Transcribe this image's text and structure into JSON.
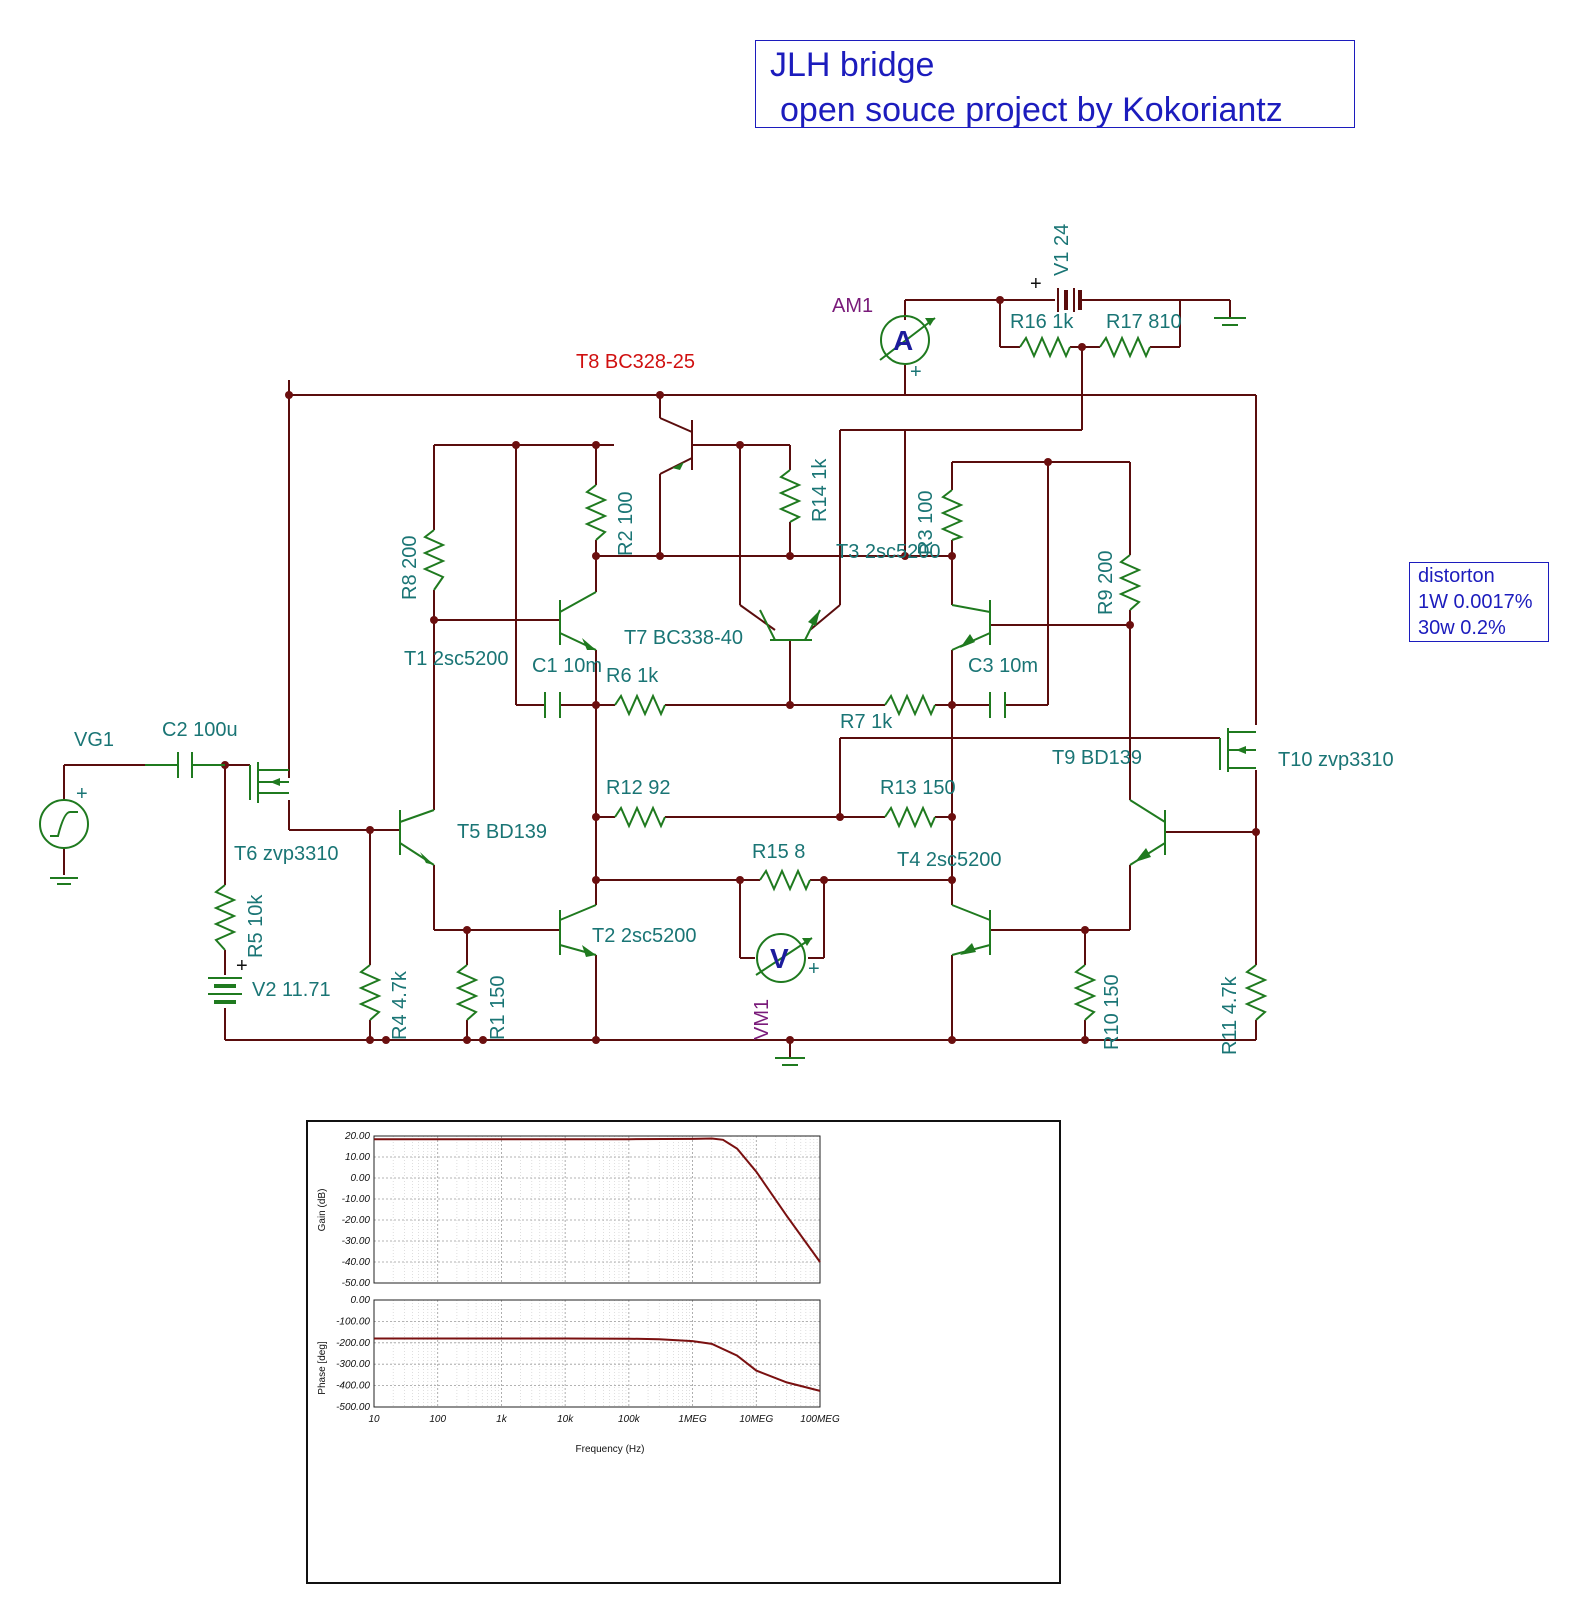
{
  "title": {
    "line1": "JLH bridge",
    "line2": "open souce project by Kokoriantz"
  },
  "note": {
    "line1": "distorton",
    "line2": "1W 0.0017%",
    "line3": "30w 0.2%"
  },
  "labels": {
    "vg1": "VG1",
    "c2": "C2 100u",
    "t6": "T6 zvp3310",
    "r5": "R5 10k",
    "v2": "V2 11.71",
    "r4": "R4 4.7k",
    "r1": "R1 150",
    "t5": "T5 BD139",
    "t1": "T1 2sc5200",
    "r8": "R8 200",
    "c1": "C1 10m",
    "r6": "R6 1k",
    "r2": "R2 100",
    "t8": "T8 BC328-25",
    "r14": "R14 1k",
    "t7": "T7 BC338-40",
    "am1": "AM1",
    "v1": "V1 24",
    "r16": "R16 1k",
    "r17": "R17 810",
    "r3": "R3 100",
    "t3": "T3 2sc5200",
    "r9": "R9 200",
    "c3": "C3 10m",
    "r7": "R7 1k",
    "t9": "T9 BD139",
    "t10": "T10 zvp3310",
    "r12": "R12 92",
    "r13": "R13 150",
    "r15": "R15 8",
    "t4": "T4 2sc5200",
    "t2": "T2 2sc5200",
    "vm1": "VM1",
    "r10": "R10 150",
    "r11": "R11 4.7k",
    "meter_a": "A",
    "meter_v": "V",
    "plus": "+"
  },
  "chart_data": [
    {
      "type": "line",
      "ylabel": "Gain (dB)",
      "xlabel": "Frequency (Hz)",
      "x_scale": "log",
      "xlim": [
        10,
        100000000
      ],
      "ylim": [
        -50,
        20
      ],
      "y_ticks": [
        "20.00",
        "10.00",
        "0.00",
        "-10.00",
        "-20.00",
        "-30.00",
        "-40.00",
        "-50.00"
      ],
      "x": [
        10,
        100,
        1000,
        10000,
        100000,
        1000000,
        2000000,
        3000000,
        5000000,
        10000000,
        30000000,
        100000000
      ],
      "values": [
        18.5,
        18.5,
        18.5,
        18.5,
        18.5,
        18.6,
        18.8,
        18.2,
        14.0,
        3.0,
        -18.0,
        -40.0
      ]
    },
    {
      "type": "line",
      "ylabel": "Phase [deg]",
      "xlabel": "Frequency (Hz)",
      "x_scale": "log",
      "xlim": [
        10,
        100000000
      ],
      "ylim": [
        -500,
        0
      ],
      "y_ticks": [
        "0.00",
        "-100.00",
        "-200.00",
        "-300.00",
        "-400.00",
        "-500.00"
      ],
      "x_ticks": [
        "10",
        "100",
        "1k",
        "10k",
        "100k",
        "1MEG",
        "10MEG",
        "100MEG"
      ],
      "x": [
        10,
        100,
        1000,
        10000,
        100000,
        300000,
        1000000,
        2000000,
        5000000,
        10000000,
        30000000,
        100000000
      ],
      "values": [
        -180,
        -180,
        -180,
        -180,
        -181,
        -183,
        -192,
        -205,
        -260,
        -330,
        -385,
        -425
      ]
    }
  ]
}
